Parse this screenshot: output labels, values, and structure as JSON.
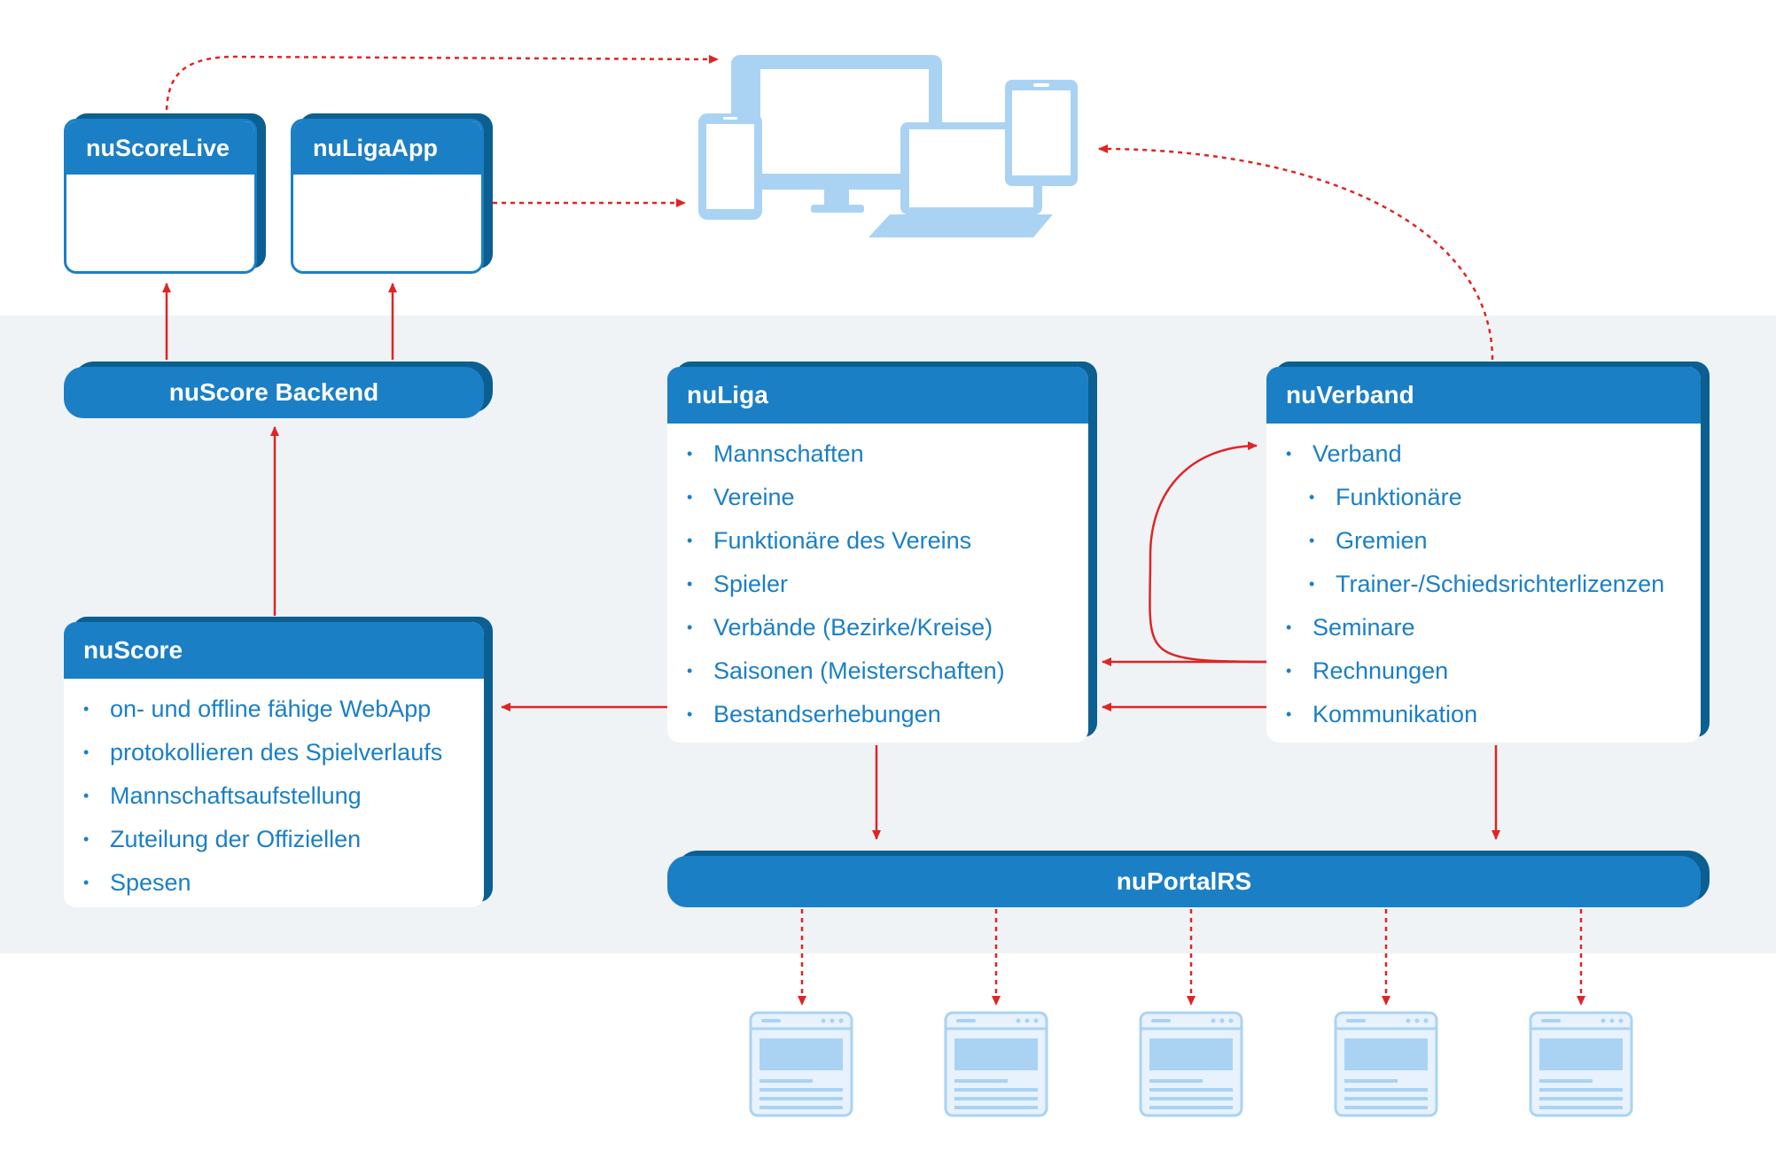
{
  "nuscorelive": {
    "title": "nuScoreLive"
  },
  "nuligaapp": {
    "title": "nuLigaApp"
  },
  "nuscore_backend": {
    "title": "nuScore Backend"
  },
  "nuliga": {
    "title": "nuLiga",
    "items": [
      "Mannschaften",
      "Vereine",
      "Funktionäre des Vereins",
      "Spieler",
      "Verbände (Bezirke/Kreise)",
      "Saisonen (Meisterschaften)",
      "Bestandserhebungen"
    ]
  },
  "nuverband": {
    "title": "nuVerband",
    "items": [
      "Verband",
      "Funktionäre",
      "Gremien",
      "Trainer-/Schiedsrichterlizenzen",
      "Seminare",
      "Rechnungen",
      "Kommunikation"
    ]
  },
  "nuscore": {
    "title": "nuScore",
    "items": [
      "on- und offline fähige WebApp",
      "protokollieren des Spielverlaufs",
      "Mannschaftsaufstellung",
      "Zuteilung der Offiziellen",
      "Spesen"
    ]
  },
  "nuportalrs": {
    "title": "nuPortalRS"
  },
  "icons": {
    "devices": "devices-icon",
    "webpage": "webpage-icon"
  },
  "colors": {
    "accent": "#1b7fc6",
    "accent_dark": "#0b5f91",
    "arrow": "#e02424",
    "device": "#aad3f3",
    "band": "#eff3f6"
  }
}
